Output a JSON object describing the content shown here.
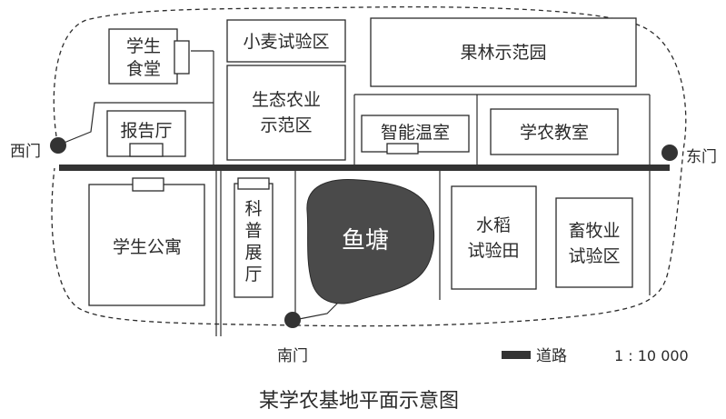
{
  "map": {
    "caption": "某学农基地平面示意图",
    "scale": "1 : 10 000",
    "legend": {
      "road_label": "道路"
    },
    "gates": {
      "west": "西门",
      "east": "东门",
      "south": "南门"
    },
    "areas": {
      "canteen_line1": "学生",
      "canteen_line2": "食堂",
      "wheat": "小麦试验区",
      "orchard": "果林示范园",
      "eco_line1": "生态农业",
      "eco_line2": "示范区",
      "report_hall": "报告厅",
      "greenhouse": "智能温室",
      "classroom": "学农教室",
      "dorm": "学生公寓",
      "science_line1": "科",
      "science_line2": "普",
      "science_line3": "展",
      "science_line4": "厅",
      "pond": "鱼塘",
      "paddy_line1": "水稻",
      "paddy_line2": "试验田",
      "livestock_line1": "畜牧业",
      "livestock_line2": "试验区"
    },
    "colors": {
      "ink": "#2b2b2b",
      "pond": "#4a4a4a",
      "road": "#333333"
    }
  }
}
